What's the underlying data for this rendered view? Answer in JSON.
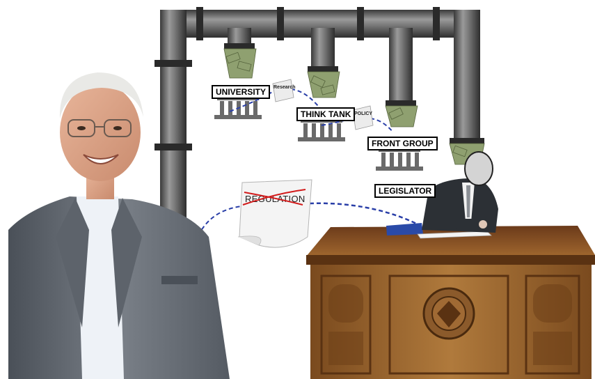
{
  "labels": {
    "university": "UNIVERSITY",
    "think_tank": "THINK TANK",
    "front_group": "FRONT GROUP",
    "legislator": "LEGISLATOR"
  },
  "notes": {
    "research": "Research",
    "policy": "POLICY",
    "regulation": "REGULATION"
  },
  "colors": {
    "pipe": "#5a5a5a",
    "money": "#8a9a6a",
    "dashed_line": "#2a3fa8",
    "strike": "#d21a1a",
    "desk": "#8b5a2b",
    "suit": "#2c3035"
  }
}
